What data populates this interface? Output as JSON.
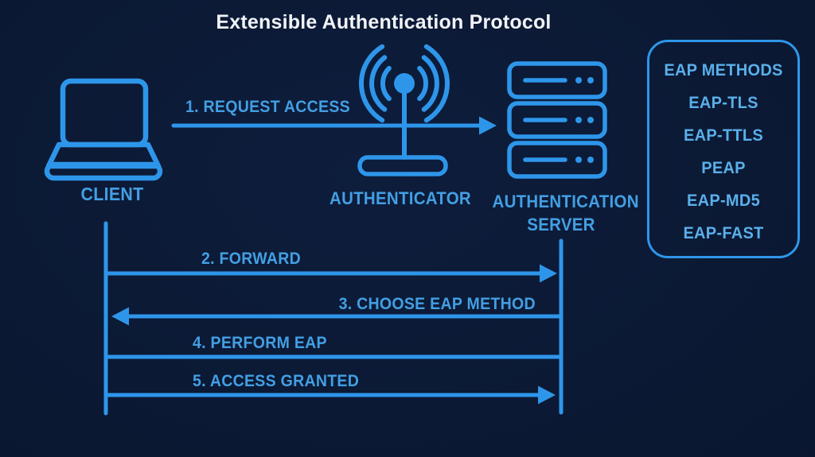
{
  "title": "Extensible Authentication Protocol",
  "colors": {
    "background": "#0a1730",
    "accent_line": "#2e96ea",
    "label_text": "#439fe3",
    "panel_text": "#5aafea",
    "title_text": "#f1f3f7"
  },
  "nodes": {
    "client": {
      "label": "CLIENT",
      "icon": "laptop-icon"
    },
    "authenticator": {
      "label": "AUTHENTICATOR",
      "icon": "wireless-access-point-icon"
    },
    "auth_server": {
      "label": "AUTHENTICATION SERVER",
      "icon": "server-stack-icon"
    }
  },
  "messages": [
    {
      "step": 1,
      "label": "1. REQUEST ACCESS",
      "direction": "right"
    },
    {
      "step": 2,
      "label": "2. FORWARD",
      "direction": "right"
    },
    {
      "step": 3,
      "label": "3. CHOOSE EAP METHOD",
      "direction": "left"
    },
    {
      "step": 4,
      "label": "4. PERFORM EAP",
      "direction": "none"
    },
    {
      "step": 5,
      "label": "5. ACCESS GRANTED",
      "direction": "right"
    }
  ],
  "eap_panel": {
    "heading": "EAP METHODS",
    "items": [
      "EAP-TLS",
      "EAP-TTLS",
      "PEAP",
      "EAP-MD5",
      "EAP-FAST"
    ]
  }
}
